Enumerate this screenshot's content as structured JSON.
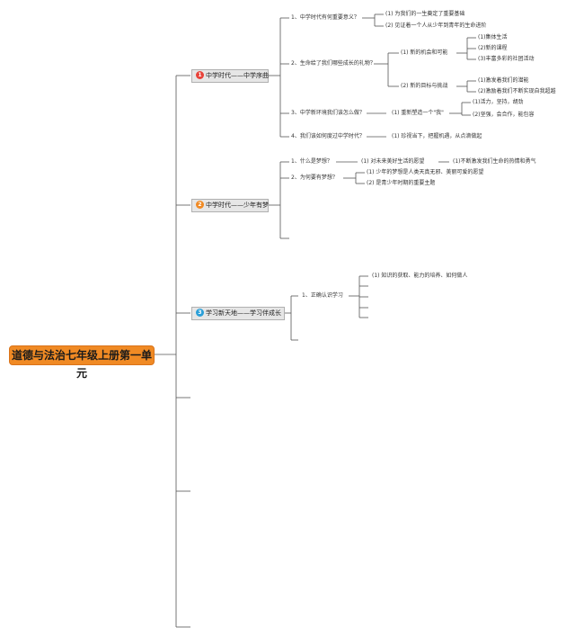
{
  "root": "道德与法治七年级上册第一单元",
  "topics": [
    {
      "num": "1",
      "label": "中学时代——中学序曲",
      "badge_color": "#e8433a"
    },
    {
      "num": "2",
      "label": "中学时代——少年有梦",
      "badge_color": "#f08a24"
    },
    {
      "num": "3",
      "label": "学习新天地——学习伴成长",
      "badge_color": "#2b9fd8"
    }
  ],
  "t1": {
    "q1": "1、中学时代有何重要意义？",
    "q1a": "(1) 为我们的一生奠定了重要基础",
    "q1b": "(2) 见证着一个人从少年到青年的生命进阶",
    "q2": "2、生命给了我们哪些成长的礼物？",
    "q2a": "(1) 新的机会和可能",
    "q2a1": "(1)集体生活",
    "q2a2": "(2)新的课程",
    "q2a3": "(3)丰富多彩的社团活动",
    "q2b": "(2) 新的目标与挑战",
    "q2b1": "(1)激发着我们的潜能",
    "q2b2": "(2)激励着我们不断实现自我超越",
    "q3": "3、中学新环境我们该怎么做？",
    "q3a": "(1) 重新塑造一个\"我\"",
    "q3a1": "(1)活力，坚持，胡劲",
    "q3a2": "(2)坚强，会合作，能包容",
    "q4": "4、我们该如何度过中学时代？",
    "q4a": "(1) 珍视当下，把握机遇，从点滴做起"
  },
  "t2": {
    "q1": "1、什么是梦想？",
    "q1a": "(1) 对未来美好生活的愿望",
    "q1b": "(1)不断激发我们生命的热情和勇气",
    "q2": "2、为何要有梦想？",
    "q2a": "(1) 少年的梦想是人类天真无邪、美丽可爱的愿望",
    "q2b": "(2) 是青少年时期的重要主题"
  },
  "t3": {
    "q1": "1、正确认识学习",
    "q1a": "(1) 知识的获取、能力的培养、如何做人"
  }
}
